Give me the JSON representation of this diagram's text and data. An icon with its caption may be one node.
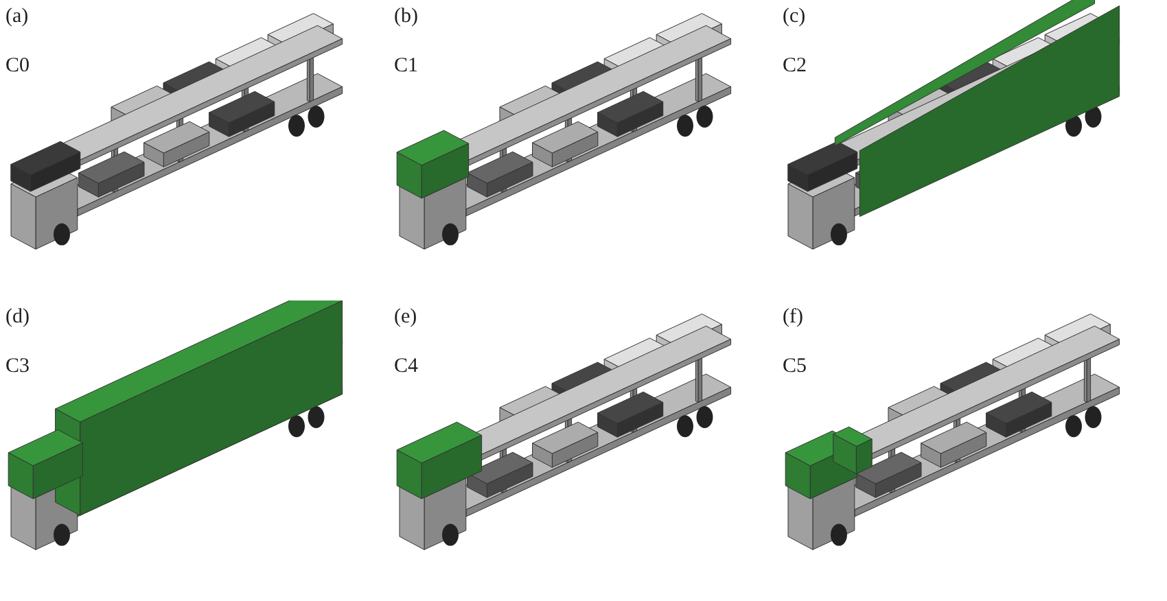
{
  "diagram": {
    "labels": [
      "(a)",
      "C0",
      "(b)",
      "C1",
      "(c)",
      "C2",
      "(d)",
      "C3",
      "(e)",
      "C4",
      "(f)",
      "C5"
    ]
  }
}
